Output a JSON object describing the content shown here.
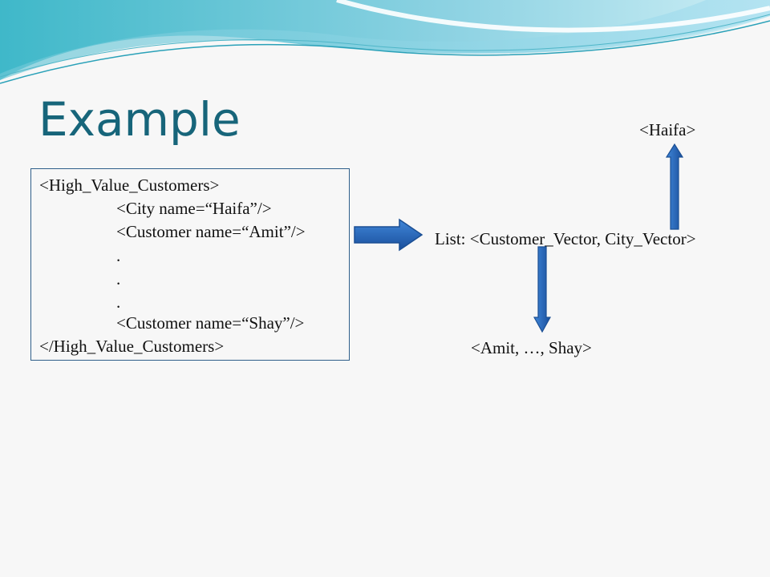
{
  "slide": {
    "title": "Example"
  },
  "xml": {
    "lines": [
      "<High_Value_Customers>",
      "<City name=“Haifa”/>",
      "<Customer name=“Amit”/>",
      ".",
      ".",
      ".",
      "<Customer name=“Shay”/>",
      "</High_Value_Customers>"
    ]
  },
  "diagram": {
    "list_label": "List: <Customer_Vector, City_Vector>",
    "city_vector_result": "<Haifa>",
    "customer_vector_result": "<Amit, …, Shay>",
    "arrow_color": "#1f5fb4"
  }
}
